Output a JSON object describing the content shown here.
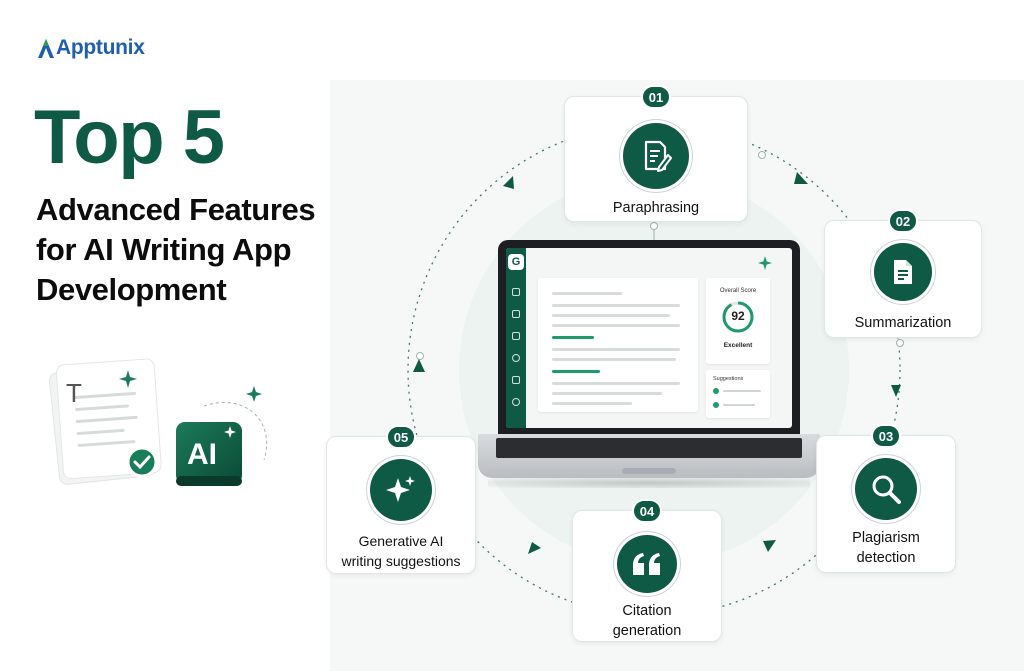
{
  "brand": {
    "name": "Apptunix",
    "color": "#1f5fae"
  },
  "headline": {
    "title": "Top 5",
    "subtitle_lines": [
      "Advanced Features",
      "for AI Writing App",
      "Development"
    ]
  },
  "illustration": {
    "badge_text": "AI",
    "doc_letter": "T"
  },
  "colors": {
    "primary": "#0f5a44",
    "accent": "#1f9a6a",
    "background": "#f6f8f7"
  },
  "laptop_screen": {
    "logo_letter": "G",
    "score_title": "Overall Score",
    "score_value": "92",
    "score_fraction": 0.92,
    "score_label": "Excellent",
    "suggestions_title": "Suggestions"
  },
  "features": [
    {
      "number": "01",
      "label_lines": [
        "Paraphrasing"
      ],
      "icon": "document-pen-icon"
    },
    {
      "number": "02",
      "label_lines": [
        "Summarization"
      ],
      "icon": "document-list-icon"
    },
    {
      "number": "03",
      "label_lines": [
        "Plagiarism",
        "detection"
      ],
      "icon": "magnifier-icon"
    },
    {
      "number": "04",
      "label_lines": [
        "Citation",
        "generation"
      ],
      "icon": "quote-icon"
    },
    {
      "number": "05",
      "label_lines": [
        "Generative AI",
        "writing suggestions"
      ],
      "icon": "sparkle-icon"
    }
  ]
}
